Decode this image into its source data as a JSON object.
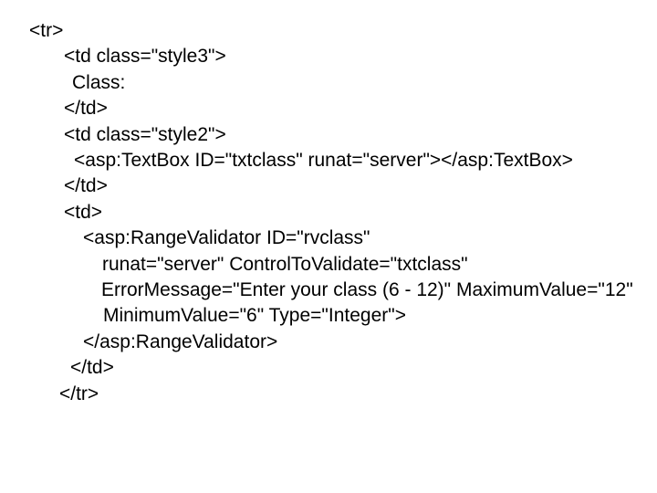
{
  "slide": {
    "background": "#ffffff",
    "text_color": "#000000",
    "description": "Presentation slide showing ASP.NET markup code for a table row with a TextBox and RangeValidator",
    "code_lines": [
      {
        "indent": 32,
        "text": "<tr>"
      },
      {
        "indent": 70,
        "text": "<td class=\"style3\">"
      },
      {
        "indent": 79,
        "text": "Class:"
      },
      {
        "indent": 70,
        "text": "</td>"
      },
      {
        "indent": 70,
        "text": "<td class=\"style2\">"
      },
      {
        "indent": 81,
        "text": "<asp:TextBox ID=\"txtclass\" runat=\"server\"></asp:TextBox>"
      },
      {
        "indent": 70,
        "text": "</td>"
      },
      {
        "indent": 70,
        "text": "<td>"
      },
      {
        "indent": 91,
        "text": "<asp:RangeValidator ID=\"rvclass\""
      },
      {
        "indent": 112,
        "text": "runat=\"server\" ControlToValidate=\"txtclass\""
      },
      {
        "indent": 111,
        "text": "ErrorMessage=\"Enter your class (6 - 12)\" MaximumValue=\"12\""
      },
      {
        "indent": 113,
        "text": "MinimumValue=\"6\" Type=\"Integer\">"
      },
      {
        "indent": 91,
        "text": "</asp:RangeValidator>"
      },
      {
        "indent": 77,
        "text": "</td>"
      },
      {
        "indent": 65,
        "text": "</tr>"
      }
    ]
  }
}
